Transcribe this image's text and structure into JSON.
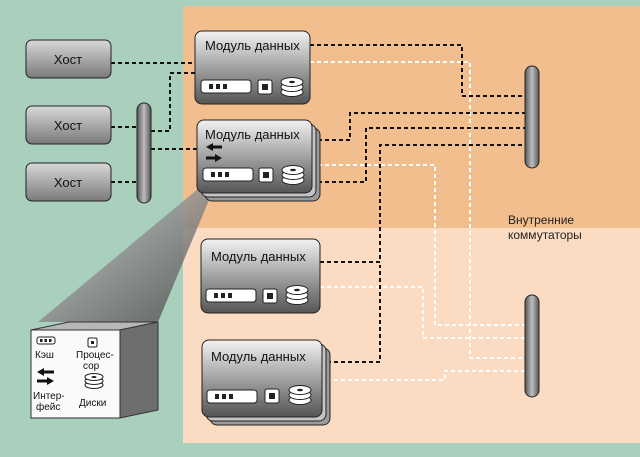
{
  "hosts": [
    {
      "label": "Хост"
    },
    {
      "label": "Хост"
    },
    {
      "label": "Хост"
    }
  ],
  "modules": [
    {
      "title": "Модуль данных"
    },
    {
      "title": "Модуль данных"
    },
    {
      "title": "Модуль данных"
    },
    {
      "title": "Модуль данных"
    }
  ],
  "switches_label": {
    "line1": "Внутренние",
    "line2": "коммутаторы"
  },
  "legend": {
    "cache": "Кэш",
    "processor_line1": "Процес-",
    "processor_line2": "сор",
    "interface_line1": "Интер-",
    "interface_line2": "фейс",
    "disks": "Диски"
  },
  "colors": {
    "background": "#a9cfbd",
    "upper_zone": "#f2be8e",
    "lower_zone": "#fbdcc2",
    "box_dark": "#6f6f6f",
    "box_light": "#f0f0f0",
    "link_black": "#111111",
    "link_white": "#ffffff"
  }
}
